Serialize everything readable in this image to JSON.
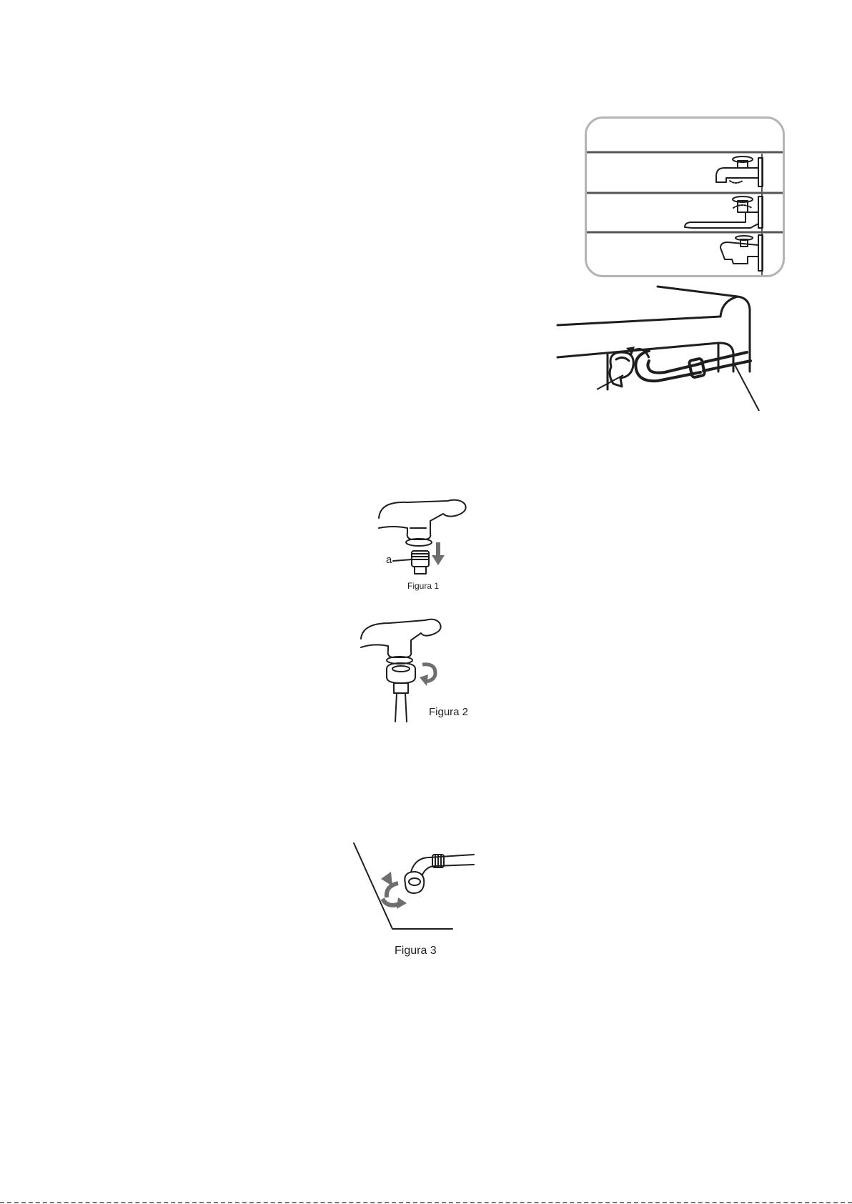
{
  "figures": {
    "faucet_types": {
      "icon": "faucet-types-panel-icon"
    },
    "machine_inlet": {
      "icon": "machine-inlet-hose-icon"
    },
    "figure1": {
      "caption": "Figura 1",
      "part_label": "a",
      "icon": "faucet-adapter-icon"
    },
    "figure2": {
      "caption": "Figura 2",
      "icon": "hose-to-faucet-icon"
    },
    "figure3": {
      "caption": "Figura 3",
      "icon": "hose-to-machine-icon"
    }
  },
  "colors": {
    "line": "#1e1e1e",
    "panel_border": "#b4b4b4",
    "arrow_fill": "#6e6e6e"
  }
}
